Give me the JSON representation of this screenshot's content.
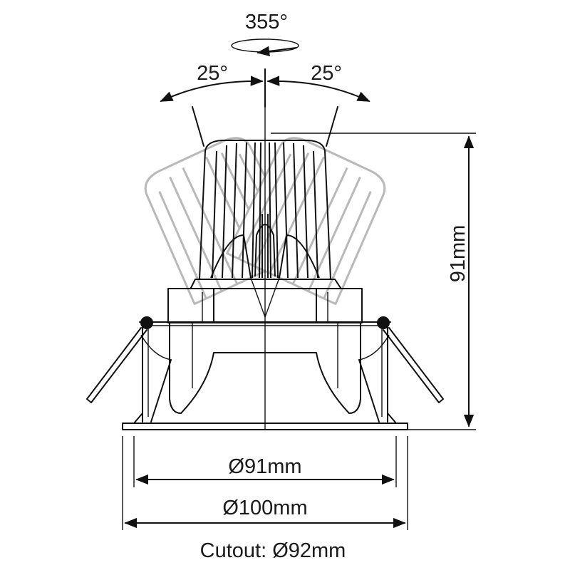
{
  "diagram": {
    "labels": {
      "rotation": "355°",
      "tilt_left": "25°",
      "tilt_right": "25°",
      "height": "91mm",
      "inner_diameter": "Ø91mm",
      "outer_diameter": "Ø100mm",
      "cutout": "Cutout: Ø92mm"
    },
    "colors": {
      "line": "#111111",
      "ghost": "#b9b9b9",
      "background": "#ffffff"
    }
  }
}
